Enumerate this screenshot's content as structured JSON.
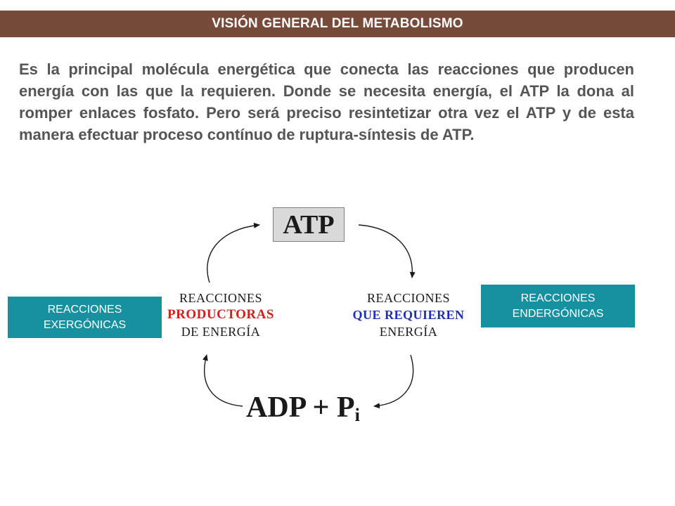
{
  "header": {
    "title": "VISIÓN GENERAL DEL METABOLISMO"
  },
  "intro": {
    "text": "Es la principal molécula energética que conecta las reacciones que producen energía con las que la requieren. Donde se necesita energía, el ATP  la dona al romper enlaces fosfato. Pero será preciso resintetizar otra vez el ATP y de esta manera efectuar proceso contínuo de ruptura-síntesis de ATP."
  },
  "diagram": {
    "atp": "ATP",
    "adp": "ADP + P",
    "adp_sub": "i",
    "left_reaction": {
      "line1": "REACCIONES",
      "line2": "PRODUCTORAS",
      "line3": "DE ENERGÍA"
    },
    "right_reaction": {
      "line1": "REACCIONES",
      "line2": "QUE REQUIEREN",
      "line3": "ENERGÍA"
    },
    "left_box": {
      "line1": "REACCIONES",
      "line2": "EXERGÓNICAS"
    },
    "right_box": {
      "line1": "REACCIONES",
      "line2": "ENDERGÓNICAS"
    }
  },
  "colors": {
    "header_bg": "#774a3a",
    "box_bg": "#17909f",
    "productoras": "#d61d1d",
    "requieren": "#1f2fb5"
  }
}
